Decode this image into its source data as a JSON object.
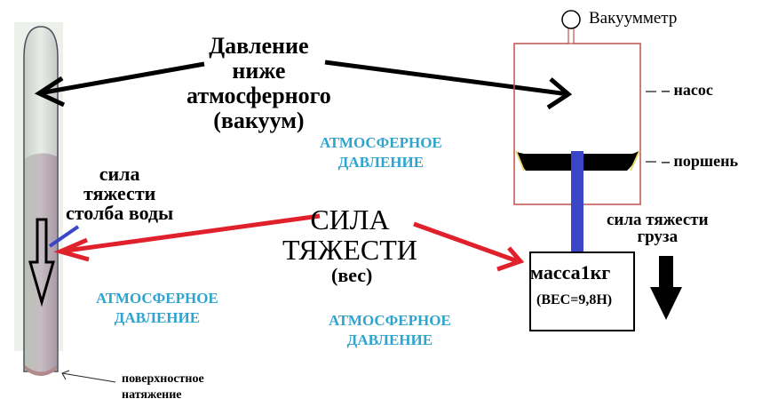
{
  "labels": {
    "vacuum": [
      "Давление",
      "ниже",
      "атмосферного",
      "(вакуум)"
    ],
    "atmospheric_top": [
      "АТМОСФЕРНОЕ",
      "ДАВЛЕНИЕ"
    ],
    "atmospheric_left": [
      "АТМОСФЕРНОЕ",
      "ДАВЛЕНИЕ"
    ],
    "atmospheric_bottom": [
      "АТМОСФЕРНОЕ",
      "ДАВЛЕНИЕ"
    ],
    "column_gravity": [
      "сила",
      "тяжести",
      "столба воды"
    ],
    "gravity_title": [
      "СИЛА",
      "ТЯЖЕСТИ"
    ],
    "gravity_sub": "(вес)",
    "vacuum_gauge": "Вакуумметр",
    "pump": "– насос",
    "piston": "– поршень",
    "load_gravity": [
      "сила тяжести",
      "груза"
    ],
    "mass": "масса1кг",
    "weight": "(ВЕС=9,8Н)",
    "surface_tension": [
      "поверхностное",
      "натяжение"
    ]
  },
  "colors": {
    "atmospheric_text": "#2fa4cf",
    "gravity_arrow": "#e0202a",
    "rod": "#3b45c8",
    "pump_outline": "#c0504d",
    "black": "#000000"
  }
}
